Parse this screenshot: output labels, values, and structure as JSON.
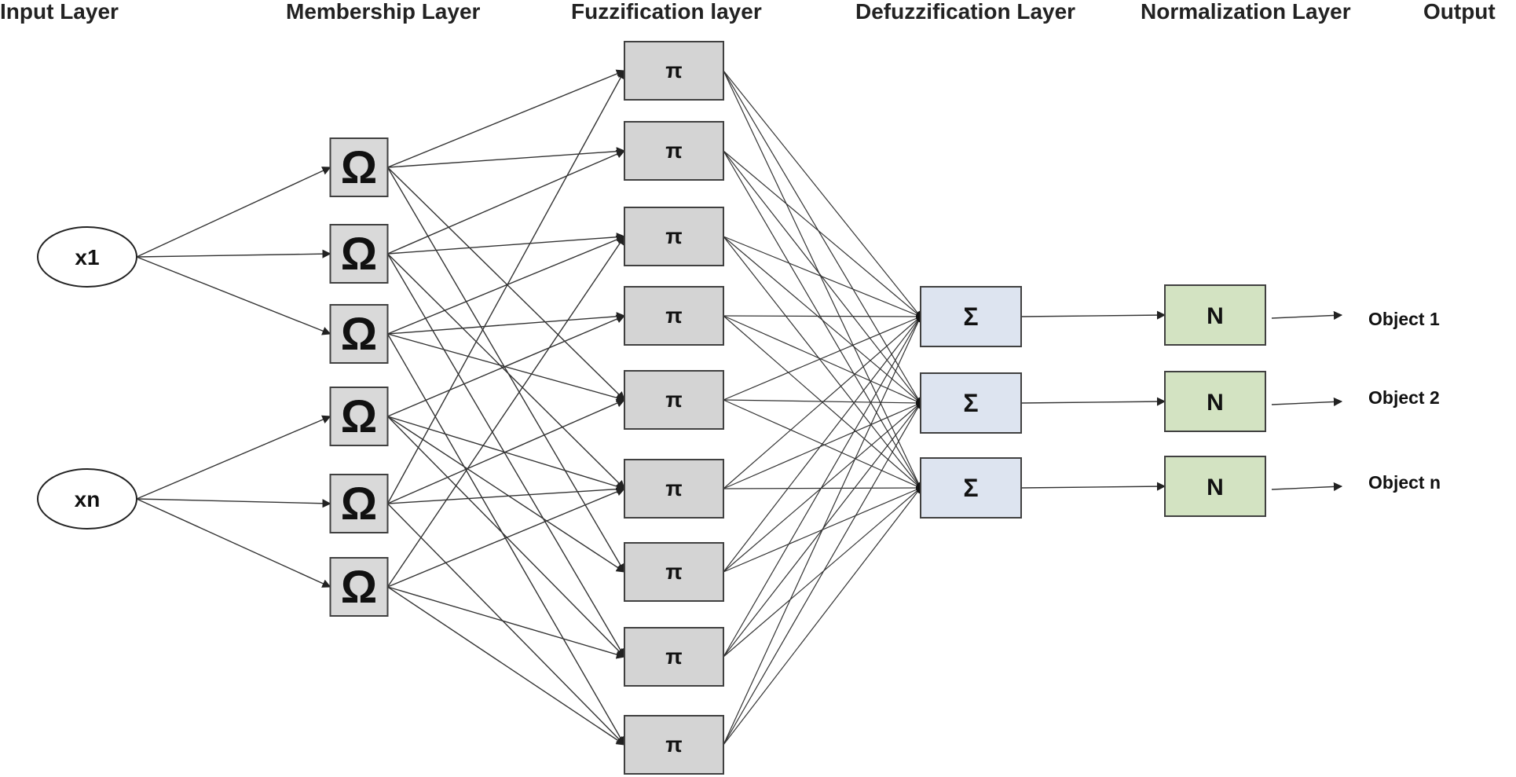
{
  "layers": {
    "input": "Input Layer",
    "membership": "Membership Layer",
    "fuzzification": "Fuzzification layer",
    "defuzzification": "Defuzzification Layer",
    "normalization": "Normalization Layer",
    "output": "Output"
  },
  "inputs": [
    "x1",
    "xn"
  ],
  "membership_symbol": "Ω",
  "membership_count": 6,
  "fuzzification_symbol": "π",
  "fuzzification_count": 9,
  "defuzzification_symbol": "Σ",
  "defuzzification_count": 3,
  "normalization_symbol": "N",
  "outputs": [
    "Object 1",
    "Object 2",
    "Object n"
  ],
  "colors": {
    "membership_fill": "#d9d9d9",
    "fuzzification_fill": "#d4d4d4",
    "defuzzification_fill": "#dde4f0",
    "normalization_fill": "#d3e3c2",
    "border": "#404040",
    "edge": "#333333"
  },
  "connections": {
    "input_to_membership": [
      [
        0,
        0
      ],
      [
        0,
        1
      ],
      [
        0,
        2
      ],
      [
        1,
        3
      ],
      [
        1,
        4
      ],
      [
        1,
        5
      ]
    ],
    "membership_to_fuzzification": [
      [
        0,
        0
      ],
      [
        0,
        1
      ],
      [
        0,
        4
      ],
      [
        0,
        6
      ],
      [
        1,
        1
      ],
      [
        1,
        2
      ],
      [
        1,
        5
      ],
      [
        1,
        7
      ],
      [
        2,
        2
      ],
      [
        2,
        3
      ],
      [
        2,
        4
      ],
      [
        2,
        8
      ],
      [
        3,
        3
      ],
      [
        3,
        5
      ],
      [
        3,
        6
      ],
      [
        3,
        7
      ],
      [
        4,
        0
      ],
      [
        4,
        4
      ],
      [
        4,
        5
      ],
      [
        4,
        8
      ],
      [
        5,
        2
      ],
      [
        5,
        5
      ],
      [
        5,
        7
      ],
      [
        5,
        8
      ]
    ]
  }
}
